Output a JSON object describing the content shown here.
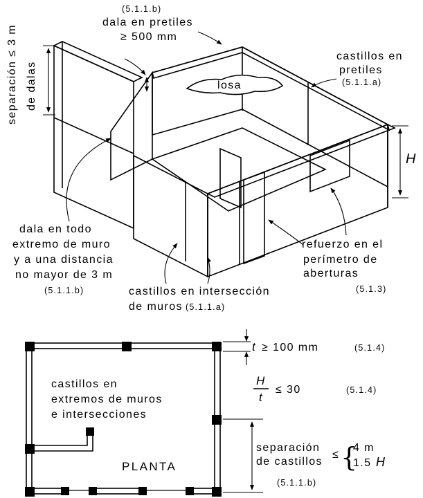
{
  "isometric": {
    "dala_pretiles": {
      "ref": "(5.1.1.b)",
      "line1": "dala en pretiles",
      "line2": "≥ 500 mm"
    },
    "separacion_dalas": {
      "line1": "separación ≤ 3 m",
      "line2": "de dalas"
    },
    "losa_label": "losa",
    "castillos_pretiles": {
      "line1": "castillos en",
      "line2": "pretiles",
      "ref": "(5.1.1.a)"
    },
    "H_label": "H",
    "dala_extremo": {
      "line1": "dala en todo",
      "line2": "extremo de muro",
      "line3": "y a una distancia",
      "line4": "no mayor de 3 m",
      "ref": "(5.1.1.b)"
    },
    "refuerzo": {
      "line1": "refuerzo en el",
      "line2": "perímetro de",
      "line3": "aberturas",
      "ref": "(5.1.3)"
    },
    "castillos_interseccion": {
      "line1": "castillos en intersección",
      "line2": "de muros",
      "ref": "(5.1.1.a)"
    }
  },
  "plan": {
    "title": "PLANTA",
    "castillos_extremos": {
      "line1": "castillos en",
      "line2": "extremos de muros",
      "line3": "e intersecciones"
    },
    "thickness": {
      "t": "t",
      "text": "≥ 100 mm",
      "ref": "(5.1.4)"
    },
    "ratio": {
      "numerator": "H",
      "denominator": "t",
      "text": "≤ 30",
      "ref": "(5.1.4)"
    },
    "separacion_castillos": {
      "line1": "separación",
      "line2": "de castillos",
      "leq": "≤",
      "brace": "{",
      "opt1": "4 m",
      "opt2_num": "1.5",
      "opt2_var": "H",
      "ref": "(5.1.1.b)"
    }
  },
  "colors": {
    "ink": "#000000",
    "paper": "#ffffff"
  }
}
